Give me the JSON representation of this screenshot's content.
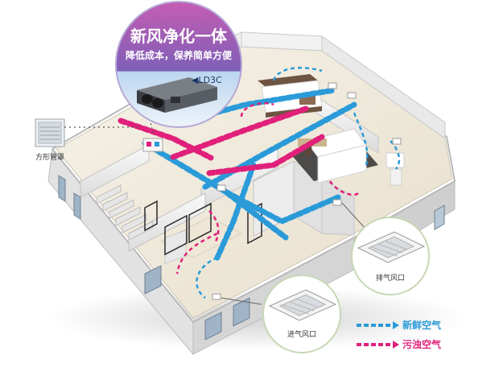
{
  "banner": {
    "title": "新风净化一体",
    "subtitle": "降低成本，保养简单方便",
    "model": "◀LD3C"
  },
  "labels": {
    "square_hood": "方形管罩",
    "exhaust_vent": "排气风口",
    "intake_vent": "进气风口"
  },
  "legend": {
    "fresh_air": "新鲜空气",
    "dirty_air": "污浊空气"
  },
  "colors": {
    "fresh_air": "#2a9bd8",
    "dirty_air": "#e0207a",
    "banner_top": "#b24aa8",
    "banner_bottom": "#3f78c2"
  }
}
